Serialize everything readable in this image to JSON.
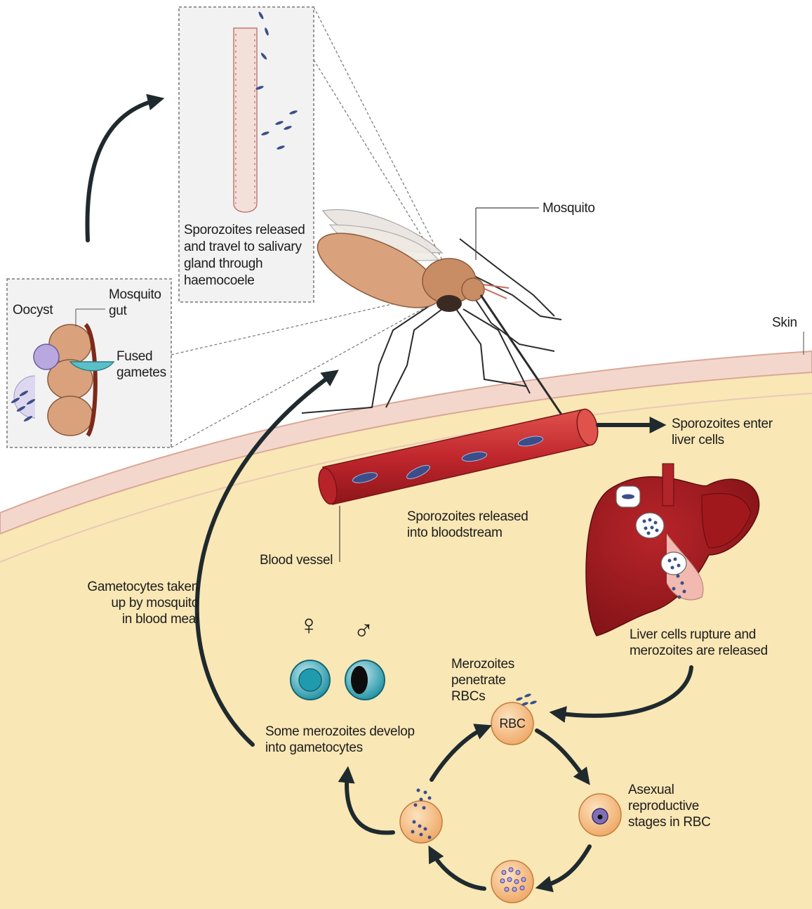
{
  "labels": {
    "oocyst": "Oocyst",
    "mosquito_gut": "Mosquito\ngut",
    "fused_gametes": "Fused\ngametes",
    "sporozoites_salivary": "Sporozoites released\nand travel to salivary\ngland through\nhaemocoele",
    "mosquito": "Mosquito",
    "skin": "Skin",
    "sporozoites_enter_liver": "Sporozoites enter\nliver cells",
    "sporozoites_bloodstream": "Sporozoites released\ninto bloodstream",
    "blood_vessel": "Blood vessel",
    "gametocytes_taken_up": "Gametocytes taken\nup by mosquito\nin blood meal",
    "liver_rupture": "Liver cells rupture and\nmerozoites are released",
    "merozoites_penetrate": "Merozoites\npenetrate\nRBCs",
    "rbc": "RBC",
    "asexual_stages": "Asexual\nreproductive\nstages in RBC",
    "gametocyte_development": "Some merozoites develop\ninto gametocytes",
    "female_symbol": "♀",
    "male_symbol": "♂"
  },
  "colors": {
    "body_fill": "#f9e7b5",
    "skin_band": "#f4d7cc",
    "blood_vessel": "#c0272d",
    "liver": "#9e1b1f",
    "rbc": "#f6c489",
    "gametocyte": "#2fa7b8",
    "arrow": "#1f2a2e",
    "mosquito_body": "#d9a27d",
    "parasite": "#3b4e8a"
  }
}
